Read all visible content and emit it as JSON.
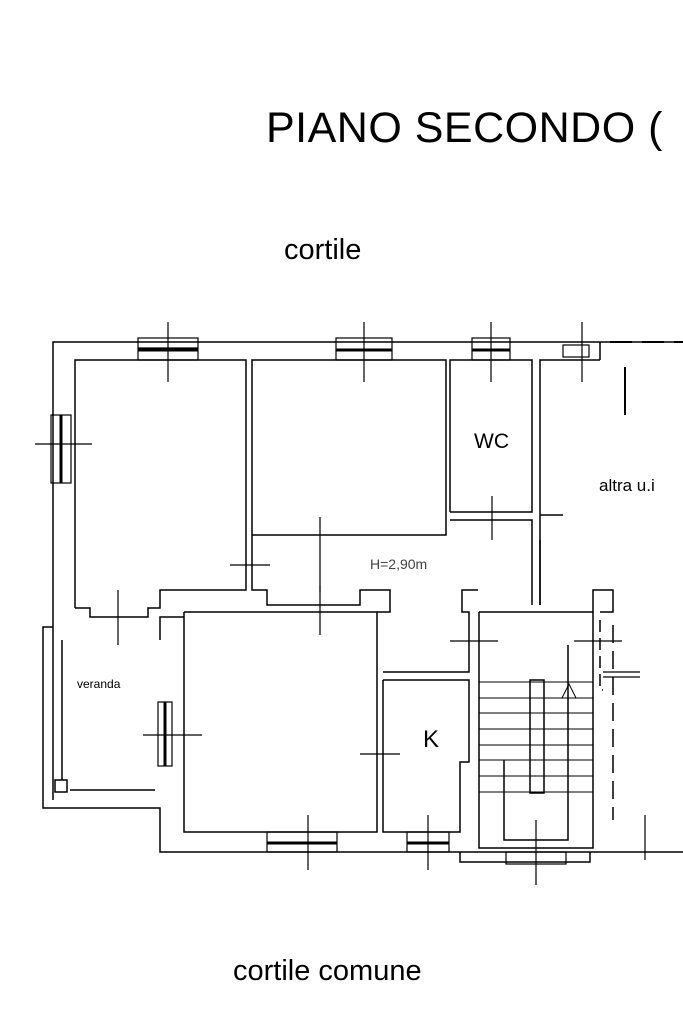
{
  "title": "PIANO SECONDO (",
  "labels": {
    "top_courtyard": "cortile",
    "bottom_courtyard": "cortile comune"
  },
  "rooms": {
    "wc": "WC",
    "other_unit": "altra u.i",
    "height": "H=2,90m",
    "veranda": "veranda",
    "kitchen": "K"
  }
}
